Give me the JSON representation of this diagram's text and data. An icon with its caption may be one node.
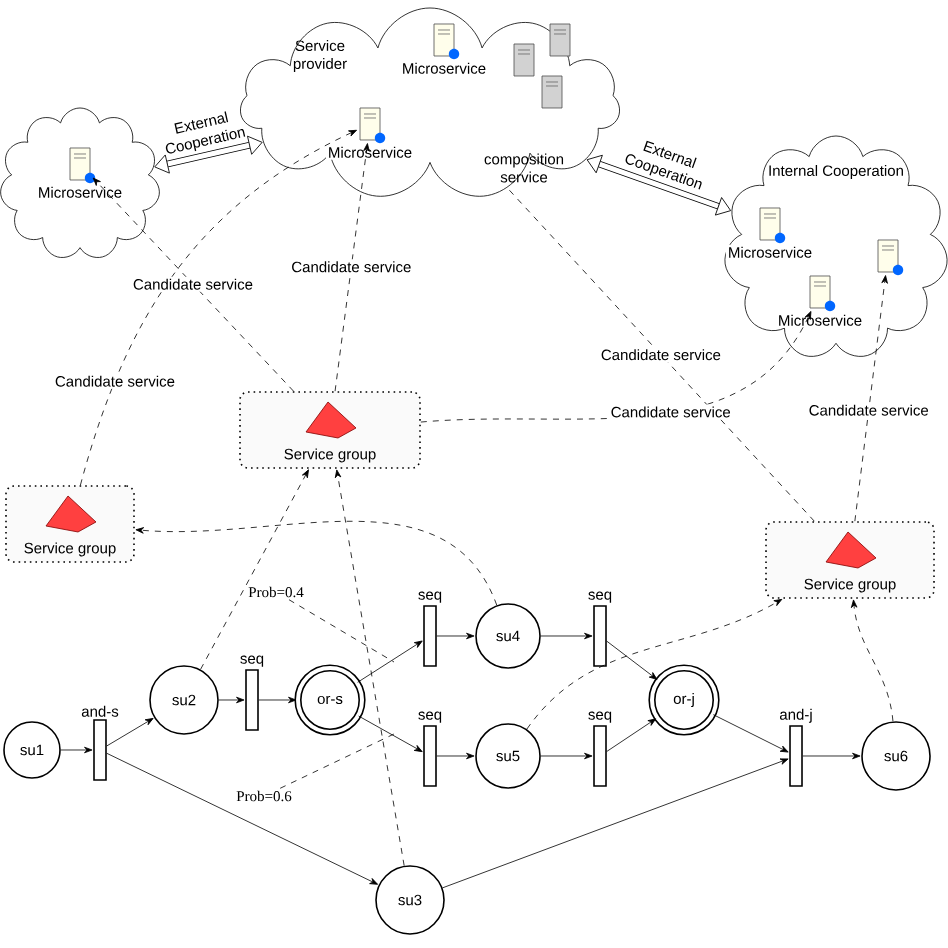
{
  "diagram": {
    "nodes": [
      {
        "text": [
          "Service provider",
          "composition service"
        ]
      },
      {
        "text": [
          "Microservice"
        ],
        "in": 0
      },
      {
        "text": [
          "Microservice"
        ],
        "in": 0
      },
      {
        "text": [],
        "shape": "cloud"
      },
      {
        "text": [
          "Microservice"
        ],
        "in": 3
      },
      {
        "text": [],
        "shape": "cloud"
      },
      {
        "text": [
          "Microservice"
        ],
        "in": 5
      },
      {
        "text": [
          "Microservice"
        ],
        "in": 5
      },
      {
        "text": [],
        "shape": "picture",
        "in": 5
      },
      {
        "text": [
          "Service group"
        ]
      },
      {
        "text": [
          "Service group"
        ]
      },
      {
        "text": [
          "Service group"
        ]
      },
      {
        "text": [
          "su1"
        ]
      },
      {
        "text": [
          "and-s"
        ]
      },
      {
        "text": [
          "su2"
        ]
      },
      {
        "text": [
          "seq"
        ]
      },
      {
        "text": [
          "or-s"
        ]
      },
      {
        "text": [
          "seq"
        ]
      },
      {
        "text": [
          "seq"
        ]
      },
      {
        "text": [
          "su4"
        ]
      },
      {
        "text": [
          "su5"
        ]
      },
      {
        "text": [
          "seq"
        ]
      },
      {
        "text": [
          "seq"
        ]
      },
      {
        "text": [
          "or-j"
        ]
      },
      {
        "text": [
          "and-j"
        ]
      },
      {
        "text": [
          "su6"
        ]
      },
      {
        "text": [
          "su3"
        ]
      },
      {
        "text": [
          "Prob=0.4"
        ]
      },
      {
        "text": [
          "Prob=0.6"
        ]
      }
    ],
    "edges": [
      {
        "from": 3,
        "to": 0,
        "arrow": "both",
        "style": "thick",
        "label": "External Cooperation"
      },
      {
        "from": 0,
        "to": 5,
        "arrow": "both",
        "style": "thick",
        "label": "External Cooperation"
      },
      {
        "from": 12,
        "to": 13,
        "arrow": "to"
      },
      {
        "from": 13,
        "to": 14,
        "arrow": "to"
      },
      {
        "from": 13,
        "to": 26,
        "arrow": "to"
      },
      {
        "from": 14,
        "to": 15,
        "arrow": "to"
      },
      {
        "from": 15,
        "to": 16,
        "arrow": "to"
      },
      {
        "from": 16,
        "to": 17,
        "arrow": "to"
      },
      {
        "from": 16,
        "to": 18,
        "arrow": "to"
      },
      {
        "from": 17,
        "to": 19,
        "arrow": "to"
      },
      {
        "from": 18,
        "to": 20,
        "arrow": "to"
      },
      {
        "from": 19,
        "to": 21,
        "arrow": "to"
      },
      {
        "from": 20,
        "to": 22,
        "arrow": "to"
      },
      {
        "from": 21,
        "to": 23,
        "arrow": "to"
      },
      {
        "from": 22,
        "to": 23,
        "arrow": "to"
      },
      {
        "from": 23,
        "to": 24,
        "arrow": "to"
      },
      {
        "from": 26,
        "to": 24,
        "arrow": "to"
      },
      {
        "from": 24,
        "to": 25,
        "arrow": "to"
      },
      {
        "from": 14,
        "to": 9,
        "arrow": "to",
        "style": "dashed"
      },
      {
        "from": 26,
        "to": 9,
        "arrow": "to",
        "style": "dashed"
      },
      {
        "from": 19,
        "to": 10,
        "arrow": "to",
        "style": "dashed"
      },
      {
        "from": 20,
        "to": 11,
        "arrow": "to",
        "style": "dashed"
      },
      {
        "from": 25,
        "to": 11,
        "arrow": "to",
        "style": "dashed"
      },
      {
        "from": 9,
        "to": 4,
        "arrow": "to",
        "style": "dashed",
        "label": "Candidate service"
      },
      {
        "from": 10,
        "to": 2,
        "arrow": "to",
        "style": "dashed",
        "label": "Candidate service"
      },
      {
        "from": 9,
        "to": 2,
        "arrow": "to",
        "style": "dashed",
        "label": "Candidate service"
      },
      {
        "from": 11,
        "to": 0,
        "arrow": "none",
        "style": "dashed",
        "label": "Candidate service"
      },
      {
        "from": 9,
        "to": 7,
        "arrow": "to",
        "style": "dashed",
        "label": "Candidate service"
      },
      {
        "from": 11,
        "to": 8,
        "arrow": "to",
        "style": "dashed",
        "label": "Candidate service"
      },
      {
        "from": 27,
        "to": null,
        "arrow": "none",
        "style": "dashed"
      },
      {
        "from": 28,
        "to": null,
        "arrow": "none",
        "style": "dashed"
      }
    ],
    "labels": [
      "Internal Cooperation"
    ]
  }
}
